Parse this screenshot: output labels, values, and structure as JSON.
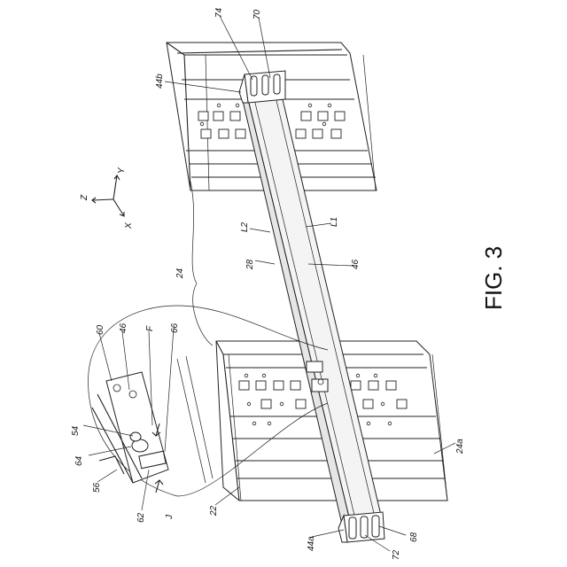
{
  "figure": {
    "title": "FIG. 3"
  },
  "axes": {
    "x": "X",
    "y": "Y",
    "z": "Z"
  },
  "labels": {
    "l74": "74",
    "l70": "70",
    "l44b": "44b",
    "l24": "24",
    "l28": "28",
    "l46": "46",
    "l46d": "46",
    "l22": "22",
    "l44a": "44a",
    "l72": "72",
    "l68": "68",
    "l24a": "24a",
    "l60": "60",
    "lF": "F",
    "l66": "66",
    "l54": "54",
    "l64": "64",
    "l56": "56",
    "l62": "62",
    "lJ": "J",
    "lL1": "L1",
    "lL2": "L2"
  }
}
